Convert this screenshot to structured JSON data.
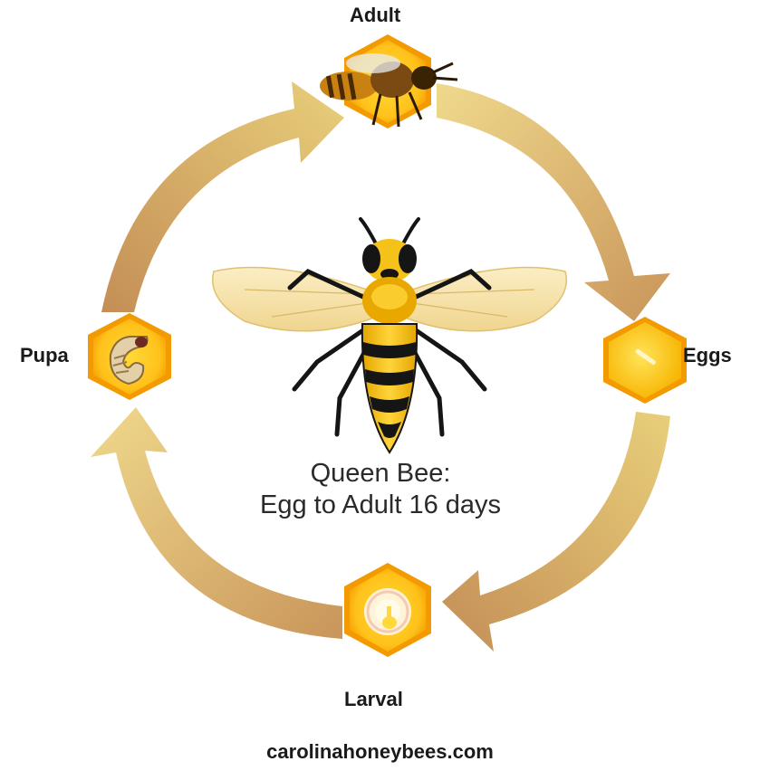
{
  "stages": {
    "adult": "Adult",
    "eggs": "Eggs",
    "larval": "Larval",
    "pupa": "Pupa"
  },
  "center": {
    "line1": "Queen Bee:",
    "line2": "Egg to Adult 16 days"
  },
  "footer": "carolinahoneybees.com",
  "colors": {
    "arrow_light": "#e8cf7a",
    "arrow_dark": "#c9955a",
    "hex_outer": "#f4a300",
    "hex_inner": "#ffcd1f",
    "bee_stripe_dark": "#151515",
    "bee_yellow": "#f5c21a"
  },
  "icons": [
    "adult-bee-icon",
    "egg-icon",
    "larva-icon",
    "pupa-icon",
    "queen-bee-icon",
    "cycle-arrow-icon"
  ]
}
